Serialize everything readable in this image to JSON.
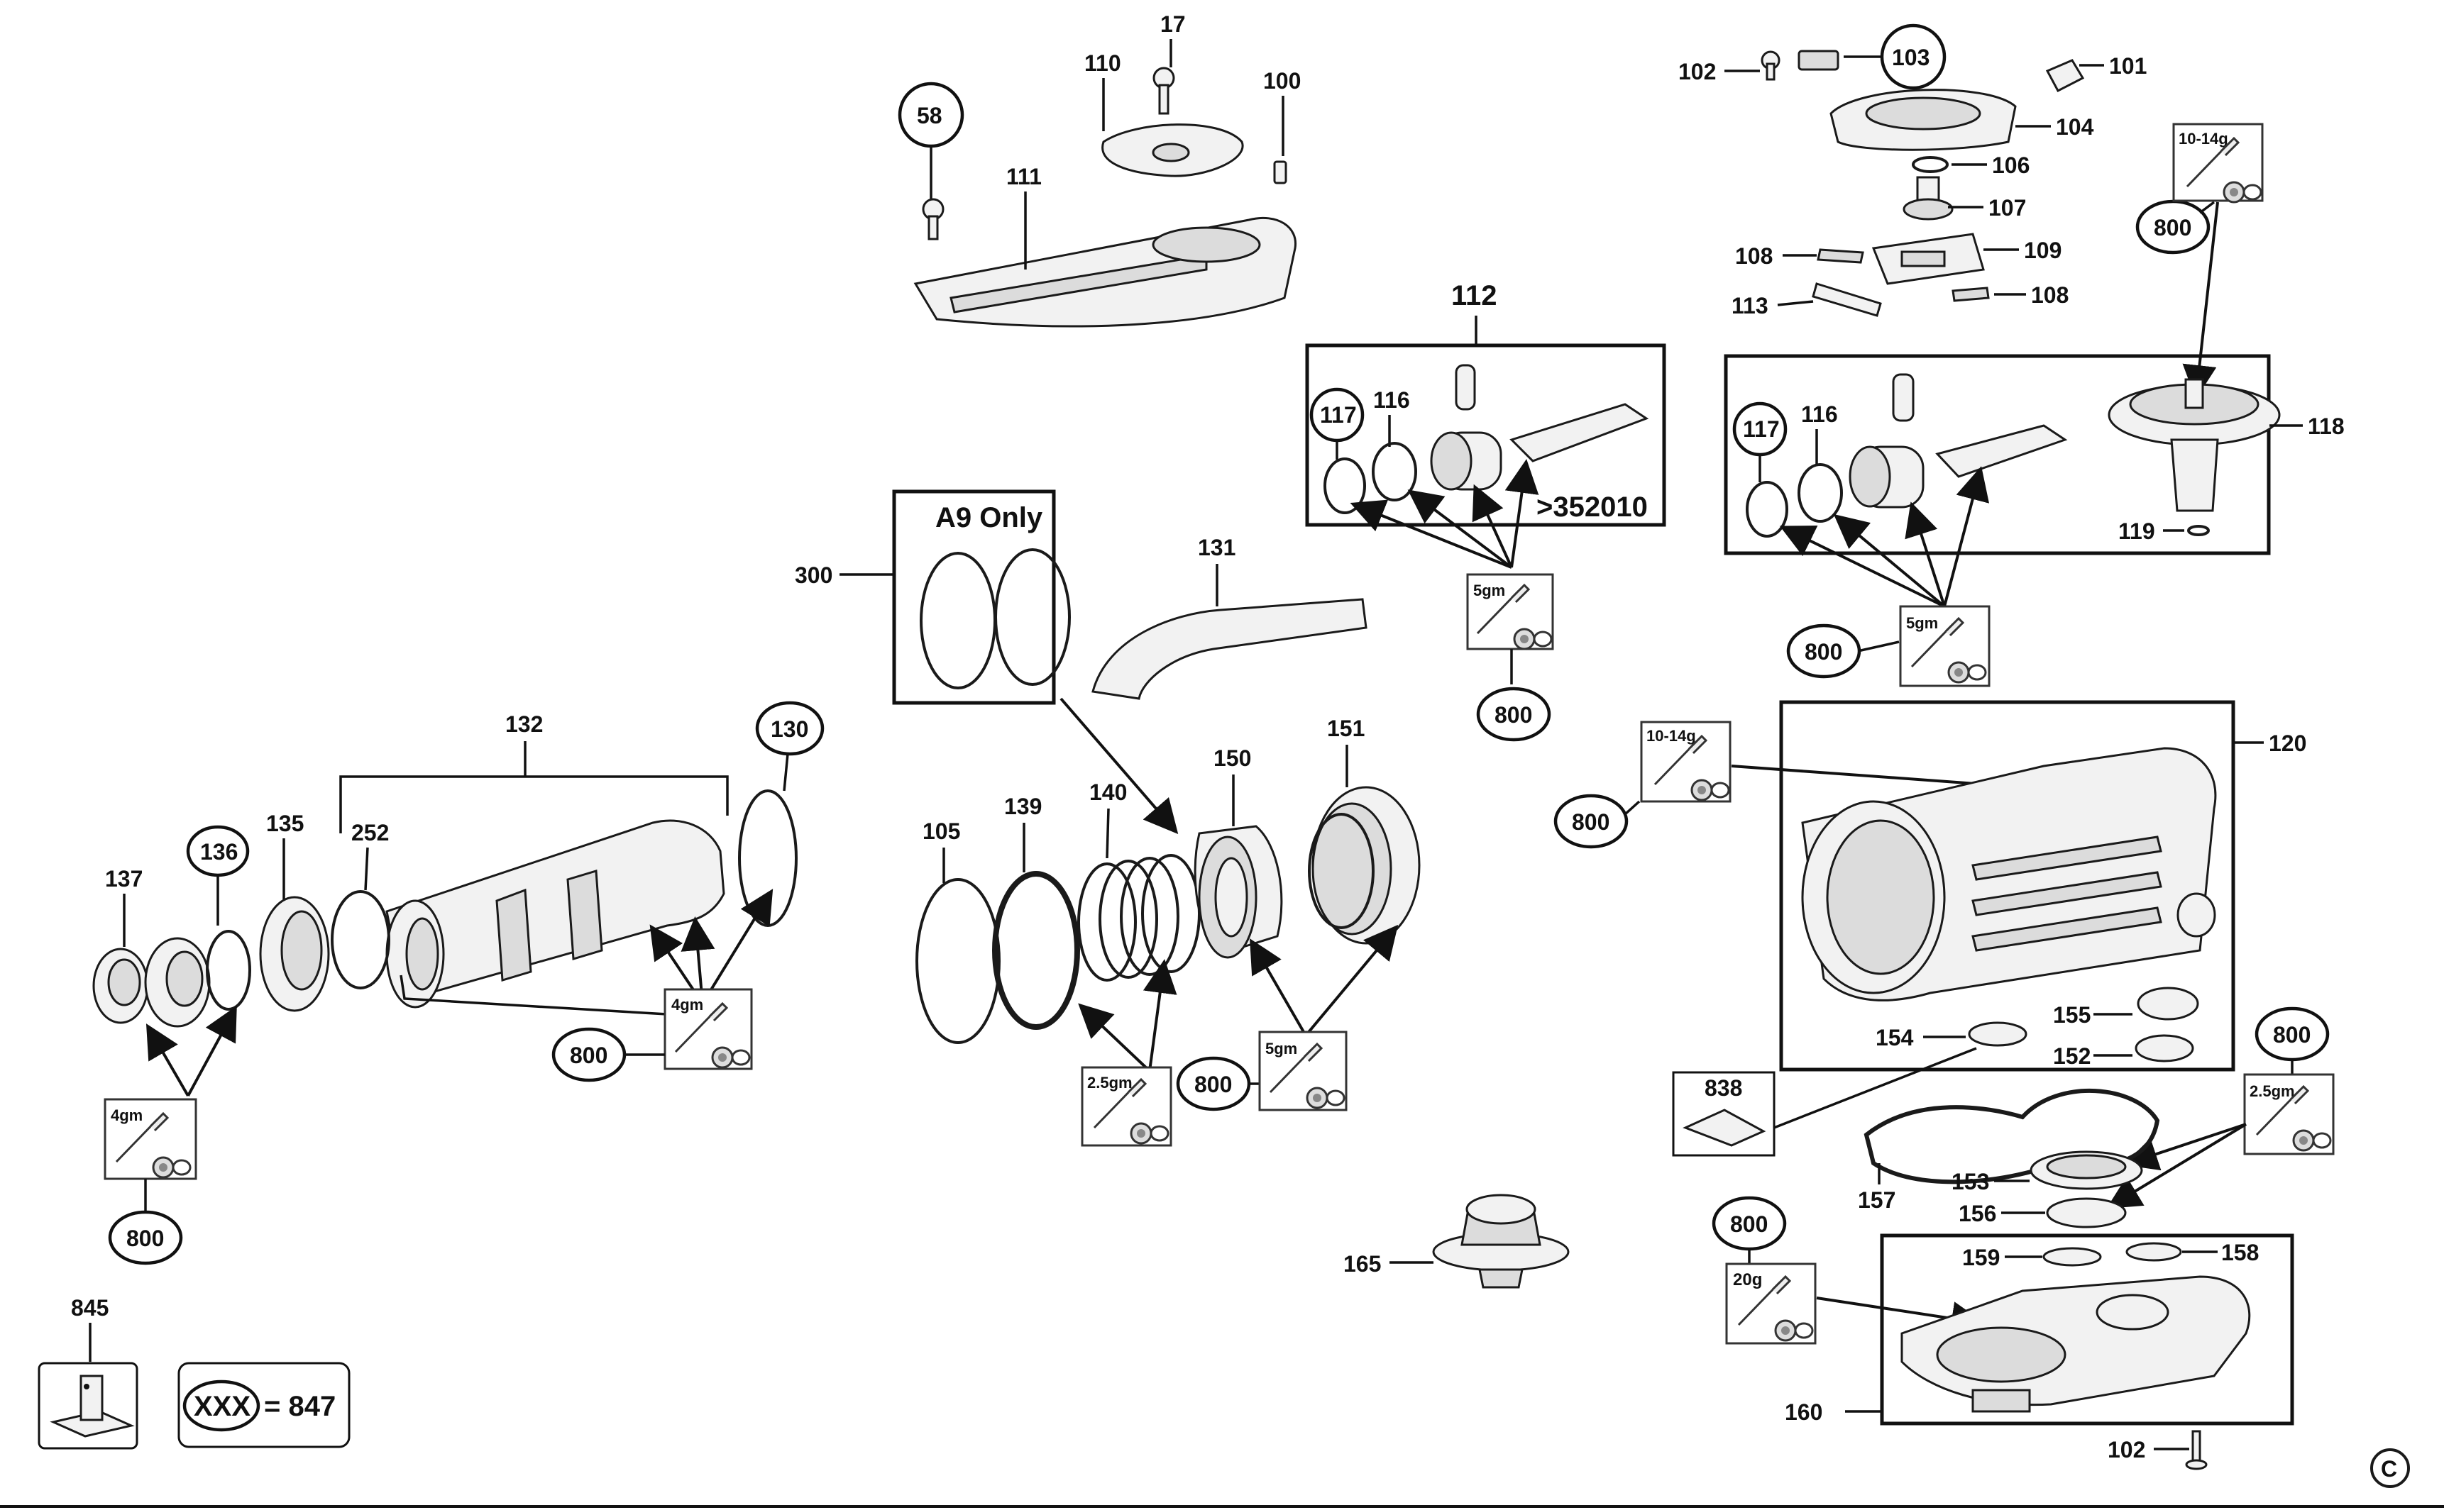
{
  "labels": {
    "l17": "17",
    "l58": "58",
    "l110": "110",
    "l100": "100",
    "l111": "111",
    "l102a": "102",
    "l103": "103",
    "l101": "101",
    "l104": "104",
    "l106": "106",
    "l107": "107",
    "l108a": "108",
    "l109": "109",
    "l113": "113",
    "l108b": "108",
    "l112": "112",
    "l117a": "117",
    "l116a": "116",
    "l352010": ">352010",
    "l800a": "800",
    "l800b": "800",
    "l117b": "117",
    "l116b": "116",
    "l118": "118",
    "l119": "119",
    "l800c": "800",
    "l300": "300",
    "a9only": "A9 Only",
    "l131": "131",
    "l132": "132",
    "l130": "130",
    "l137": "137",
    "l136": "136",
    "l135": "135",
    "l252": "252",
    "l800d": "800",
    "l800e": "800",
    "l105": "105",
    "l139": "139",
    "l140": "140",
    "l150": "150",
    "l151": "151",
    "l800f": "800",
    "l800g": "800",
    "l120": "120",
    "l155": "155",
    "l154": "154",
    "l152": "152",
    "l838": "838",
    "l800h": "800",
    "l157": "157",
    "l153": "153",
    "l156": "156",
    "l800i": "800",
    "l159": "159",
    "l158": "158",
    "l160": "160",
    "l102b": "102",
    "l165": "165",
    "l845": "845",
    "xxx": "XXX",
    "eq847": "= 847",
    "copyright": "C"
  },
  "grease": {
    "g5a": "5gm",
    "g5b": "5gm",
    "g1014a": "10-14g",
    "g1014b": "10-14g",
    "g4a": "4gm",
    "g4b": "4gm",
    "g25a": "2.5gm",
    "g5c": "5gm",
    "g25b": "2.5gm",
    "g20": "20g"
  }
}
